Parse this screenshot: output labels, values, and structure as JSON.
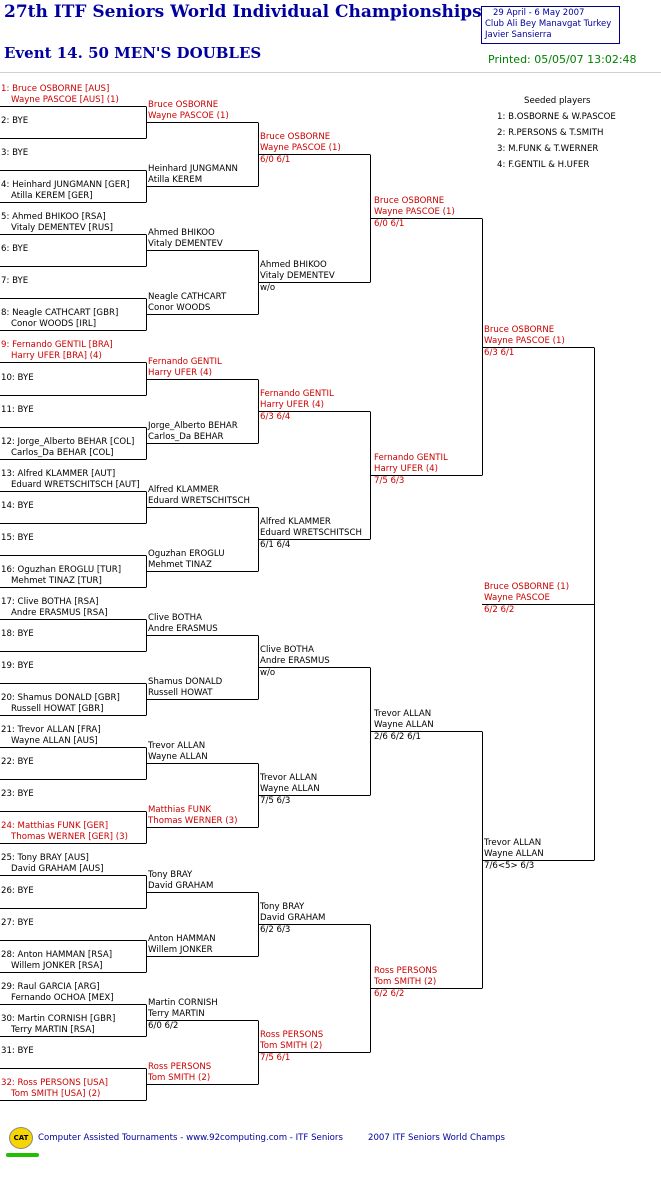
{
  "header": {
    "title": "27th ITF Seniors World Individual Championships",
    "event": "Event 14. 50 MEN'S DOUBLES",
    "dates": "29 April - 6 May 2007",
    "venue": "Club Ali Bey Manavgat   Turkey",
    "referee": "Javier Sansierra",
    "printed": "Printed: 05/05/07 13:02:48"
  },
  "seeds": {
    "title": "Seeded players",
    "list": [
      "1: B.OSBORNE & W.PASCOE",
      "2: R.PERSONS & T.SMITH",
      "3: M.FUNK & T.WERNER",
      "4: F.GENTIL & H.UFER"
    ]
  },
  "r1": [
    {
      "a": "1: Bruce OSBORNE [AUS]",
      "b": "Wayne PASCOE [AUS] (1)",
      "red": true
    },
    {
      "a": "2: BYE",
      "b": ""
    },
    {
      "a": "3: BYE",
      "b": ""
    },
    {
      "a": "4: Heinhard JUNGMANN [GER]",
      "b": "Atilla KEREM [GER]"
    },
    {
      "a": "5: Ahmed BHIKOO [RSA]",
      "b": "Vitaly DEMENTEV [RUS]"
    },
    {
      "a": "6: BYE",
      "b": ""
    },
    {
      "a": "7: BYE",
      "b": ""
    },
    {
      "a": "8: Neagle CATHCART [GBR]",
      "b": "Conor WOODS [IRL]"
    },
    {
      "a": "9: Fernando GENTIL [BRA]",
      "b": "Harry UFER [BRA] (4)",
      "red": true
    },
    {
      "a": "10: BYE",
      "b": ""
    },
    {
      "a": "11: BYE",
      "b": ""
    },
    {
      "a": "12: Jorge_Alberto BEHAR [COL]",
      "b": "Carlos_Da BEHAR [COL]"
    },
    {
      "a": "13: Alfred KLAMMER [AUT]",
      "b": "Eduard WRETSCHITSCH [AUT]"
    },
    {
      "a": "14: BYE",
      "b": ""
    },
    {
      "a": "15: BYE",
      "b": ""
    },
    {
      "a": "16: Oguzhan EROGLU [TUR]",
      "b": "Mehmet TINAZ [TUR]"
    },
    {
      "a": "17: Clive BOTHA [RSA]",
      "b": "Andre ERASMUS [RSA]"
    },
    {
      "a": "18: BYE",
      "b": ""
    },
    {
      "a": "19: BYE",
      "b": ""
    },
    {
      "a": "20: Shamus DONALD [GBR]",
      "b": "Russell HOWAT [GBR]"
    },
    {
      "a": "21: Trevor ALLAN [FRA]",
      "b": "Wayne ALLAN [AUS]"
    },
    {
      "a": "22: BYE",
      "b": ""
    },
    {
      "a": "23: BYE",
      "b": ""
    },
    {
      "a": "24: Matthias FUNK [GER]",
      "b": "Thomas WERNER [GER] (3)",
      "red": true
    },
    {
      "a": "25: Tony BRAY [AUS]",
      "b": "David GRAHAM [AUS]"
    },
    {
      "a": "26: BYE",
      "b": ""
    },
    {
      "a": "27: BYE",
      "b": ""
    },
    {
      "a": "28: Anton HAMMAN [RSA]",
      "b": "Willem JONKER [RSA]"
    },
    {
      "a": "29: Raul GARCIA [ARG]",
      "b": "Fernando OCHOA [MEX]"
    },
    {
      "a": "30: Martin CORNISH [GBR]",
      "b": "Terry MARTIN [RSA]"
    },
    {
      "a": "31: BYE",
      "b": ""
    },
    {
      "a": "32: Ross PERSONS [USA]",
      "b": "Tom SMITH [USA] (2)",
      "red": true
    }
  ],
  "r2": [
    {
      "a": "Bruce OSBORNE",
      "b": "Wayne PASCOE (1)",
      "s": "",
      "red": true
    },
    {
      "a": "Heinhard JUNGMANN",
      "b": "Atilla KEREM",
      "s": ""
    },
    {
      "a": "Ahmed BHIKOO",
      "b": "Vitaly DEMENTEV",
      "s": ""
    },
    {
      "a": "Neagle CATHCART",
      "b": "Conor WOODS",
      "s": ""
    },
    {
      "a": "Fernando GENTIL",
      "b": "Harry UFER (4)",
      "s": "",
      "red": true
    },
    {
      "a": "Jorge_Alberto BEHAR",
      "b": "Carlos_Da BEHAR",
      "s": ""
    },
    {
      "a": "Alfred KLAMMER",
      "b": "Eduard WRETSCHITSCH",
      "s": ""
    },
    {
      "a": "Oguzhan EROGLU",
      "b": "Mehmet TINAZ",
      "s": ""
    },
    {
      "a": "Clive BOTHA",
      "b": "Andre ERASMUS",
      "s": ""
    },
    {
      "a": "Shamus DONALD",
      "b": "Russell HOWAT",
      "s": ""
    },
    {
      "a": "Trevor ALLAN",
      "b": "Wayne ALLAN",
      "s": ""
    },
    {
      "a": "Matthias FUNK",
      "b": "Thomas WERNER (3)",
      "s": "",
      "red": true
    },
    {
      "a": "Tony BRAY",
      "b": "David GRAHAM",
      "s": ""
    },
    {
      "a": "Anton HAMMAN",
      "b": "Willem JONKER",
      "s": ""
    },
    {
      "a": "Martin CORNISH",
      "b": "Terry MARTIN",
      "s": "6/0 6/2"
    },
    {
      "a": "Ross PERSONS",
      "b": "Tom SMITH (2)",
      "s": "",
      "red": true
    }
  ],
  "r3": [
    {
      "a": "Bruce OSBORNE",
      "b": "Wayne PASCOE (1)",
      "s": "6/0 6/1",
      "red": true
    },
    {
      "a": "Ahmed BHIKOO",
      "b": "Vitaly DEMENTEV",
      "s": "w/o"
    },
    {
      "a": "Fernando GENTIL",
      "b": "Harry UFER (4)",
      "s": "6/3 6/4",
      "red": true
    },
    {
      "a": "Alfred KLAMMER",
      "b": "Eduard WRETSCHITSCH",
      "s": "6/1 6/4"
    },
    {
      "a": "Clive BOTHA",
      "b": "Andre ERASMUS",
      "s": "w/o"
    },
    {
      "a": "Trevor ALLAN",
      "b": "Wayne ALLAN",
      "s": "7/5 6/3"
    },
    {
      "a": "Tony BRAY",
      "b": "David GRAHAM",
      "s": "6/2 6/3"
    },
    {
      "a": "Ross PERSONS",
      "b": "Tom SMITH (2)",
      "s": "7/5 6/1",
      "red": true
    }
  ],
  "r4": [
    {
      "a": "Bruce OSBORNE",
      "b": "Wayne PASCOE (1)",
      "s": "6/0 6/1",
      "red": true
    },
    {
      "a": "Fernando GENTIL",
      "b": "Harry UFER (4)",
      "s": "7/5 6/3",
      "red": true
    },
    {
      "a": "Trevor ALLAN",
      "b": "Wayne ALLAN",
      "s": "2/6 6/2 6/1"
    },
    {
      "a": "Ross PERSONS",
      "b": "Tom SMITH (2)",
      "s": "6/2 6/2",
      "red": true
    }
  ],
  "r5": [
    {
      "a": "Bruce OSBORNE",
      "b": "Wayne PASCOE (1)",
      "s": "6/3 6/1",
      "red": true
    },
    {
      "a": "Trevor ALLAN",
      "b": "Wayne ALLAN",
      "s": "7/6<5> 6/3"
    }
  ],
  "r6": [
    {
      "a": "Bruce OSBORNE (1)",
      "b": "Wayne PASCOE",
      "s": "6/2 6/2",
      "red": true
    }
  ],
  "footer": {
    "cat": "CAT",
    "line": "Computer Assisted Tournaments - www.92computing.com -  ITF Seniors",
    "right": "2007 ITF Seniors World Champs"
  },
  "colors": {
    "navy": "#0000a0",
    "red": "#cc0000",
    "green": "#008000"
  }
}
